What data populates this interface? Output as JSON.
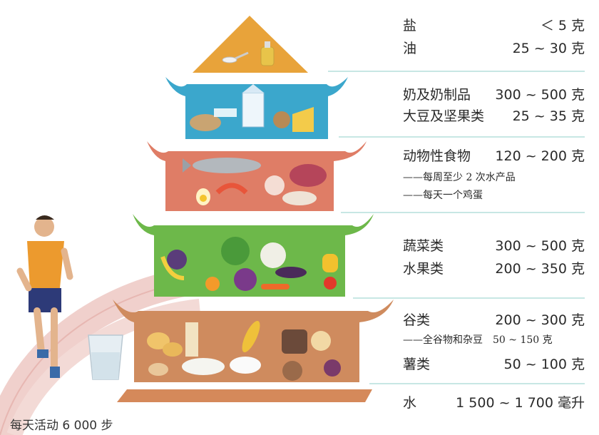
{
  "tiers": [
    {
      "id": "salt-oil",
      "rows": [
        {
          "name": "盐",
          "amount": "＜ 5 克"
        },
        {
          "name": "油",
          "amount": "25 ~ 30 克"
        }
      ]
    },
    {
      "id": "dairy-soy",
      "rows": [
        {
          "name": "奶及奶制品",
          "amount": "300 ~ 500 克"
        },
        {
          "name": "大豆及坚果类",
          "amount": "25 ~ 35 克"
        }
      ]
    },
    {
      "id": "animal",
      "rows": [
        {
          "name": "动物性食物",
          "amount": "120 ~ 200 克"
        }
      ],
      "notes": [
        "——每周至少 2 次水产品",
        "——每天一个鸡蛋"
      ]
    },
    {
      "id": "veg-fruit",
      "rows": [
        {
          "name": "蔬菜类",
          "amount": "300 ~ 500 克"
        },
        {
          "name": "水果类",
          "amount": "200 ~ 350 克"
        }
      ]
    },
    {
      "id": "grains",
      "rows": [
        {
          "name": "谷类",
          "amount": "200 ~ 300 克"
        },
        {
          "name": "薯类",
          "amount": "50 ~ 100 克"
        }
      ],
      "notes": [
        "——全谷物和杂豆　50 ~ 150 克"
      ]
    },
    {
      "id": "water",
      "rows": [
        {
          "name": "水",
          "amount": "1 500 ~ 1 700 毫升"
        }
      ]
    }
  ],
  "activity": "每天活动 6 000 步",
  "colors": {
    "tier1": "#e8a33a",
    "tier2": "#3ba7cc",
    "tier3": "#df7d66",
    "tier4": "#6db84a",
    "tier5": "#cf8b5e",
    "base": "#d5895a",
    "separator": "#8fcfc9",
    "track": "#e7b7b2"
  },
  "icons": [
    "salt-spoon-icon",
    "oil-bottle-icon",
    "milk-carton-icon",
    "cheese-icon",
    "nuts-icon",
    "fish-icon",
    "meat-icon",
    "shrimp-icon",
    "egg-icon",
    "chicken-leg-icon",
    "eggplant-icon",
    "cauliflower-icon",
    "cabbage-icon",
    "pepper-icon",
    "tomato-icon",
    "banana-icon",
    "grapes-icon",
    "corn-icon",
    "bread-icon",
    "potato-icon",
    "noodles-icon",
    "dumpling-icon",
    "rice-bowl-icon",
    "water-glass-icon",
    "runner-icon"
  ]
}
